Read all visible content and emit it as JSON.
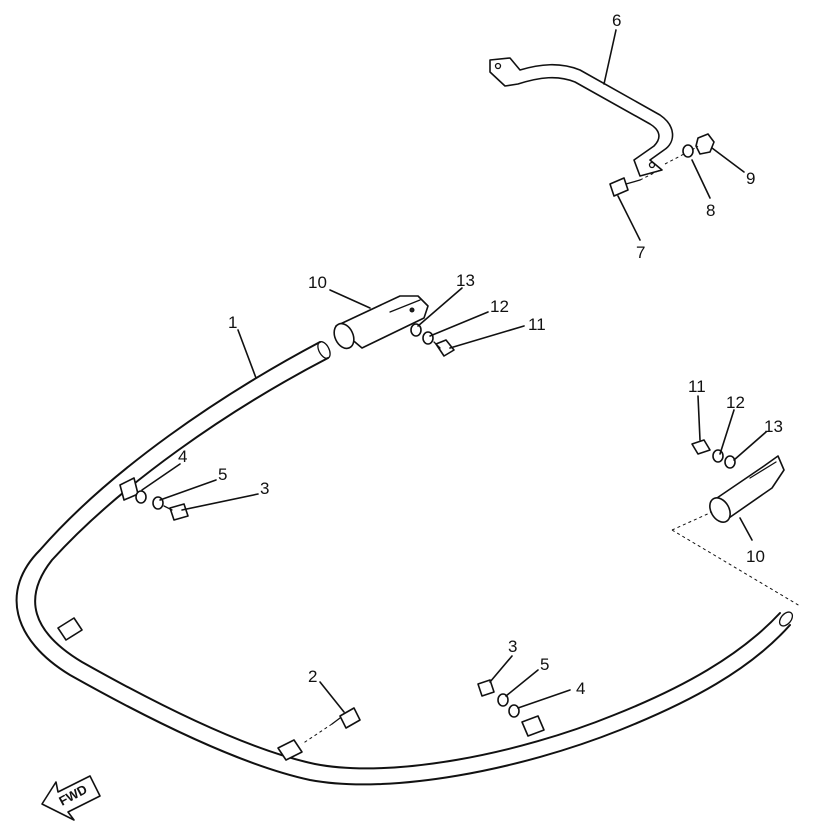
{
  "diagram": {
    "callouts": [
      {
        "id": "c1",
        "label": "1"
      },
      {
        "id": "c2",
        "label": "2"
      },
      {
        "id": "c3a",
        "label": "3"
      },
      {
        "id": "c4a",
        "label": "4"
      },
      {
        "id": "c5a",
        "label": "5"
      },
      {
        "id": "c3b",
        "label": "3"
      },
      {
        "id": "c4b",
        "label": "4"
      },
      {
        "id": "c5b",
        "label": "5"
      },
      {
        "id": "c6",
        "label": "6"
      },
      {
        "id": "c7",
        "label": "7"
      },
      {
        "id": "c8",
        "label": "8"
      },
      {
        "id": "c9",
        "label": "9"
      },
      {
        "id": "c10a",
        "label": "10"
      },
      {
        "id": "c10b",
        "label": "10"
      },
      {
        "id": "c11a",
        "label": "11"
      },
      {
        "id": "c11b",
        "label": "11"
      },
      {
        "id": "c12a",
        "label": "12"
      },
      {
        "id": "c12b",
        "label": "12"
      },
      {
        "id": "c13a",
        "label": "13"
      },
      {
        "id": "c13b",
        "label": "13"
      }
    ],
    "direction_marker": {
      "label": "FWD"
    }
  }
}
